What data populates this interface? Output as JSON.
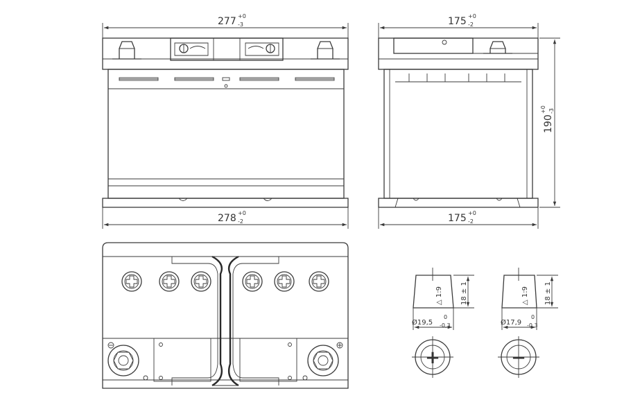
{
  "front_view": {
    "top_dimension": "277",
    "top_dimension_tol_upper": "+0",
    "top_dimension_tol_lower": "-3",
    "bottom_dimension": "278",
    "bottom_dimension_tol_upper": "+0",
    "bottom_dimension_tol_lower": "-2"
  },
  "side_view": {
    "top_dimension": "175",
    "top_dimension_tol_upper": "+0",
    "top_dimension_tol_lower": "-2",
    "bottom_dimension": "175",
    "bottom_dimension_tol_upper": "+0",
    "bottom_dimension_tol_lower": "-2",
    "height_dimension": "190",
    "height_dimension_tol_upper": "+0",
    "height_dimension_tol_lower": "-3"
  },
  "terminal_positive": {
    "taper_label": "△ 1:9",
    "height_label": "18 ± 1",
    "diameter_label": "Ø19,5",
    "diameter_tol_upper": "0",
    "diameter_tol_lower": "-0,3",
    "symbol": "+"
  },
  "terminal_negative": {
    "taper_label": "△ 1:9",
    "height_label": "18 ± 1",
    "diameter_label": "Ø17,9",
    "diameter_tol_upper": "0",
    "diameter_tol_lower": "-0,3",
    "symbol": "−"
  },
  "colors": {
    "line": "#3a3a3a",
    "background": "#ffffff"
  }
}
